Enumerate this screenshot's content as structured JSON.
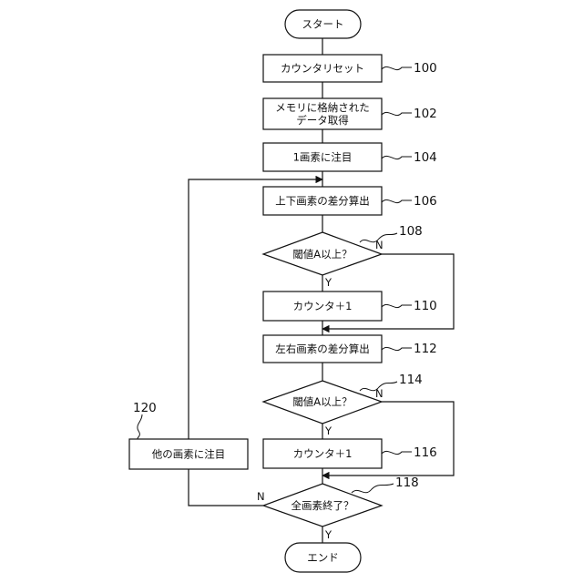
{
  "diagram": {
    "nodes": {
      "start": {
        "text": "スタート"
      },
      "s100": {
        "text": "カウンタリセット",
        "ref": "100"
      },
      "s102": {
        "line1": "メモリに格納された",
        "line2": "データ取得",
        "ref": "102"
      },
      "s104": {
        "text": "1画素に注目",
        "ref": "104"
      },
      "s106": {
        "text": "上下画素の差分算出",
        "ref": "106"
      },
      "d108": {
        "text": "閾値A以上？",
        "ref": "108",
        "yes": "Y",
        "no": "N"
      },
      "s110": {
        "text": "カウンタ＋1",
        "ref": "110"
      },
      "s112": {
        "text": "左右画素の差分算出",
        "ref": "112"
      },
      "d114": {
        "text": "閾値A以上？",
        "ref": "114",
        "yes": "Y",
        "no": "N"
      },
      "s116": {
        "text": "カウンタ＋1",
        "ref": "116"
      },
      "d118": {
        "text": "全画素終了？",
        "ref": "118",
        "yes": "Y",
        "no": "N"
      },
      "s120": {
        "text": "他の画素に注目",
        "ref": "120"
      },
      "end": {
        "text": "エンド"
      }
    }
  }
}
